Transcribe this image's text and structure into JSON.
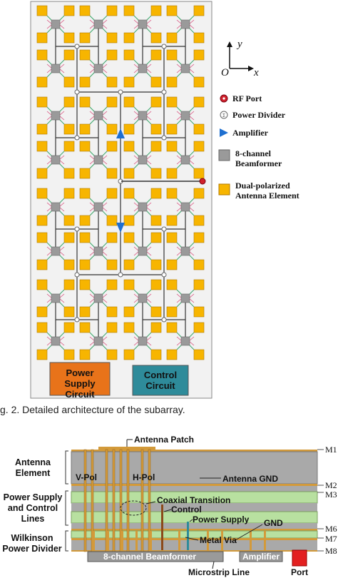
{
  "axes": {
    "y": "y",
    "origin": "O",
    "x": "x"
  },
  "legend": [
    {
      "key": "rf-port",
      "label": "RF Port"
    },
    {
      "key": "power-divider",
      "label": "Power Divider"
    },
    {
      "key": "amplifier",
      "label": "Amplifier"
    },
    {
      "key": "beamformer",
      "label": "8-channel Beamformer"
    },
    {
      "key": "antenna",
      "label": "Dual-polarized Antenna Element"
    }
  ],
  "blocks": {
    "power_supply": "Power Supply Circuit",
    "control": "Control Circuit"
  },
  "caption": "g. 2. Detailed architecture of the subarray.",
  "cross_section": {
    "side_labels": {
      "antenna_element": "Antenna Element",
      "power_control": "Power Supply and Control Lines",
      "wilkinson": "Wilkinson Power Divider"
    },
    "callouts": {
      "antenna_patch": "Antenna Patch",
      "vpol": "V-Pol",
      "hpol": "H-Pol",
      "antenna_gnd": "Antenna GND",
      "coaxial": "Coaxial Transition",
      "control": "Control",
      "power_supply": "Power Supply",
      "gnd": "GND",
      "metal_via": "Metal Via",
      "beamformer": "8-channel Beamformer",
      "amplifier": "Amplifier",
      "microstrip": "Microstrip Line",
      "port": "Port"
    },
    "layers": [
      "M1",
      "M2",
      "M3",
      "M6",
      "M7",
      "M8"
    ]
  },
  "colors": {
    "antenna": "#f7b500",
    "beamformer": "#9a9a9a",
    "power_block": "#e8731a",
    "control_block": "#2e8b9a",
    "amplifier": "#1e6fd0",
    "rf_port": "#d0202a",
    "pcb_green": "#b8e0a0",
    "pcb_gray": "#a9a9a9",
    "copper": "#d39a3a"
  }
}
